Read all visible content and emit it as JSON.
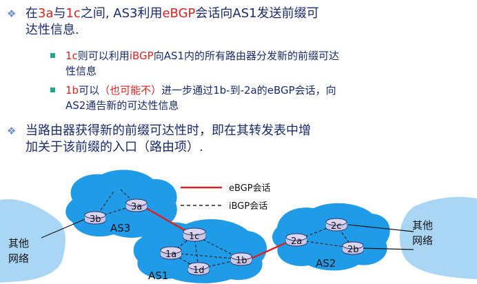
{
  "slide": {
    "bullet1": {
      "p1": "在",
      "r1": "3a",
      "p2": "与",
      "r2": "1c",
      "p3": "之间, AS3利用",
      "r3": "eBGP",
      "p4": "会话向AS1发送前缀可",
      "line2": "达性信息."
    },
    "sub1": {
      "r1": "1c",
      "p1": "则可以利用",
      "r2": "iBGP",
      "p2": "向AS1内的所有路由器分发新的前缀可达",
      "line2": "性信息"
    },
    "sub2": {
      "r1": "1b",
      "p1": "可以",
      "r2": "（也可能不）",
      "p2": "进一步通过1b-到-2a的eBGP会话，向",
      "line2": "AS2通告新的可达性信息"
    },
    "bullet2": {
      "line1": "当路由器获得新的前缀可达性时，即在其转发表中增",
      "line2": "加关于该前缀的入口（路由项）."
    }
  },
  "legend": {
    "ebgp_label": "eBGP会话",
    "ibgp_label": "iBGP会话",
    "ebgp_color": "#e02020",
    "ibgp_color": "#222222"
  },
  "diagram": {
    "as_labels": {
      "as3": "AS3",
      "as1": "AS1",
      "as2": "AS2"
    },
    "routers": {
      "r3a": "3a",
      "r3b": "3b",
      "r1a": "1a",
      "r1b": "1b",
      "r1c": "1c",
      "r1d": "1d",
      "r2a": "2a",
      "r2b": "2b",
      "r2c": "2c"
    },
    "other_left": [
      "其他",
      "网络"
    ],
    "other_right": [
      "其他",
      "网络"
    ],
    "colors": {
      "as_cloud": "#1f9be8",
      "other_cloud": "#a9d6f5",
      "router_fill": "#c9c6e8",
      "router_stroke": "#333366"
    }
  }
}
